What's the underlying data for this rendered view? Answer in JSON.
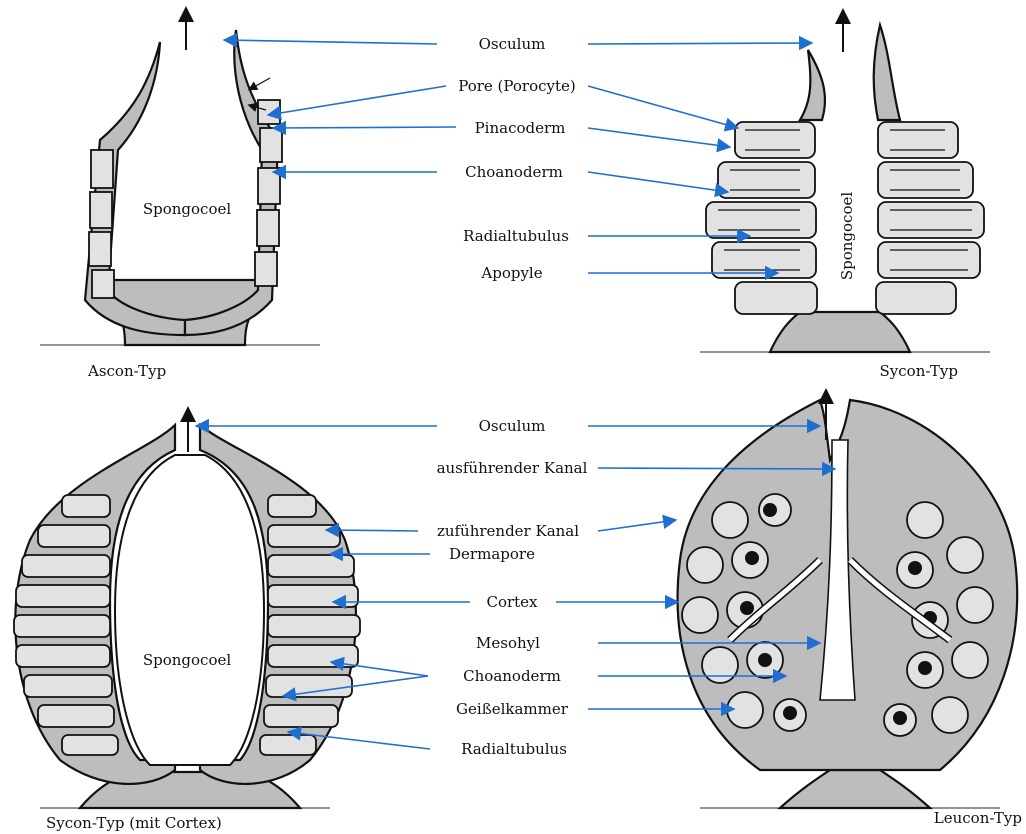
{
  "labels": {
    "osculum_top": "Osculum",
    "pore": "Pore (Porocyte)",
    "pinacoderm": "Pinacoderm",
    "choanoderm_top": "Choanoderm",
    "radialtubulus_top": "Radialtubulus",
    "apopyle": "Apopyle",
    "spongocoel_ascon": "Spongocoel",
    "spongocoel_sycon": "Spongocoel",
    "osculum_bottom": "Osculum",
    "ausfuehrender": "ausführender Kanal",
    "zufuehrender": "zuführender Kanal",
    "dermapore": "Dermapore",
    "cortex": "Cortex",
    "mesohyl": "Mesohyl",
    "choanoderm_bottom": "Choanoderm",
    "geisselkammer": "Geißelkammer",
    "radialtubulus_bottom": "Radialtubulus",
    "spongocoel_cortex": "Spongocoel"
  },
  "captions": {
    "ascon": "Ascon-Typ",
    "sycon": "Sycon-Typ",
    "sycon_cortex": "Sycon-Typ (mit Cortex)",
    "leucon": "Leucon-Typ"
  },
  "colors": {
    "arrow": "#1f6fd1",
    "tissue": "#bdbdbd",
    "cell": "#e2e2e2",
    "outline": "#111111"
  }
}
